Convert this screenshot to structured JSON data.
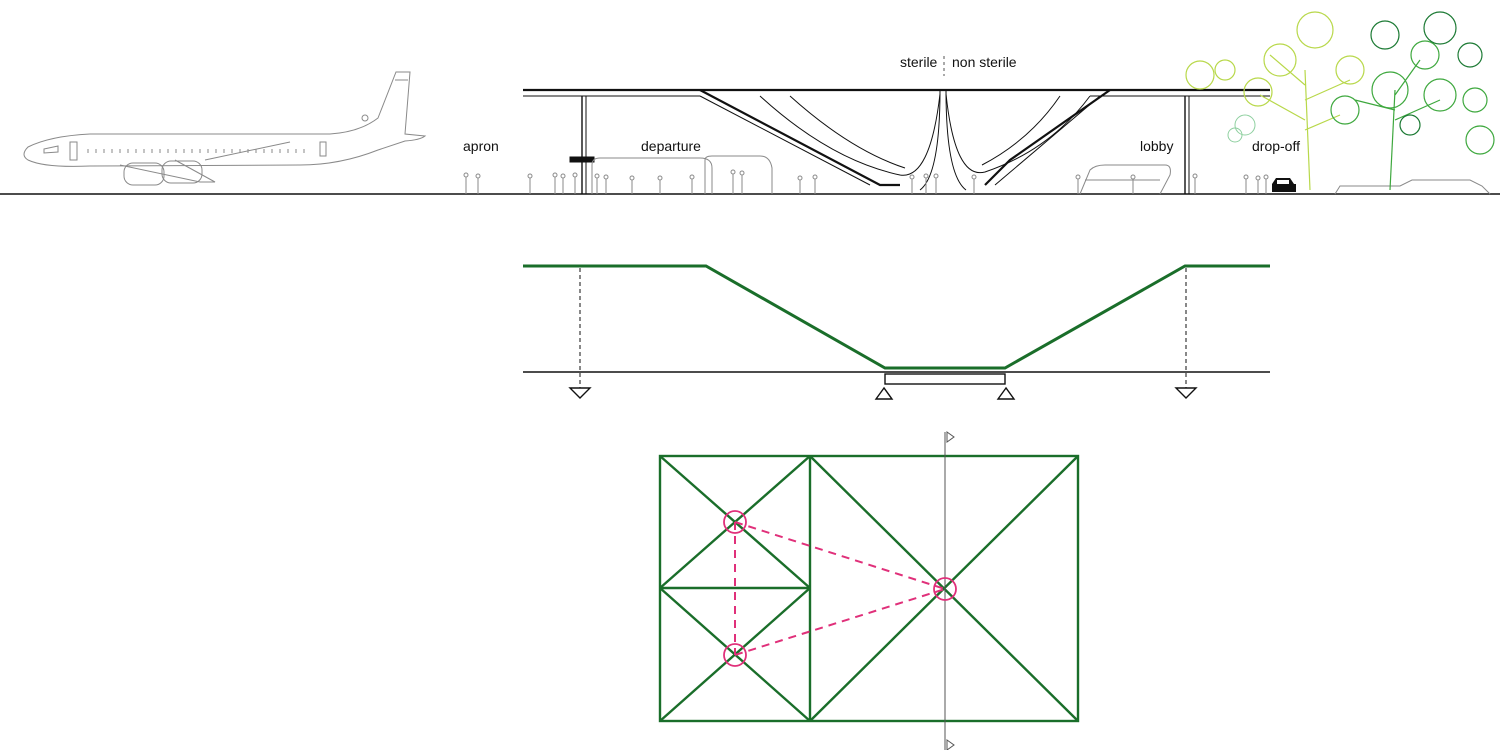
{
  "section_labels": {
    "apron": "apron",
    "departure": "departure",
    "sterile": "sterile",
    "non_sterile": "non sterile",
    "lobby": "lobby",
    "drop_off": "drop-off"
  },
  "colors": {
    "structure_green": "#1a6e2a",
    "support_accent": "#e0307a",
    "ground_line": "#111111",
    "sketch_grey": "#8a8a8a",
    "tree_yellow_green": "#b8d84a",
    "tree_green": "#3ea83e",
    "tree_dark_green": "#1c7a34"
  },
  "icons": {
    "airplane": "airplane-icon",
    "car": "car-icon",
    "tree": "tree-icon",
    "pin_support": "pin-support-icon",
    "roller_support": "roller-support-icon",
    "section_marker": "section-marker-icon"
  }
}
